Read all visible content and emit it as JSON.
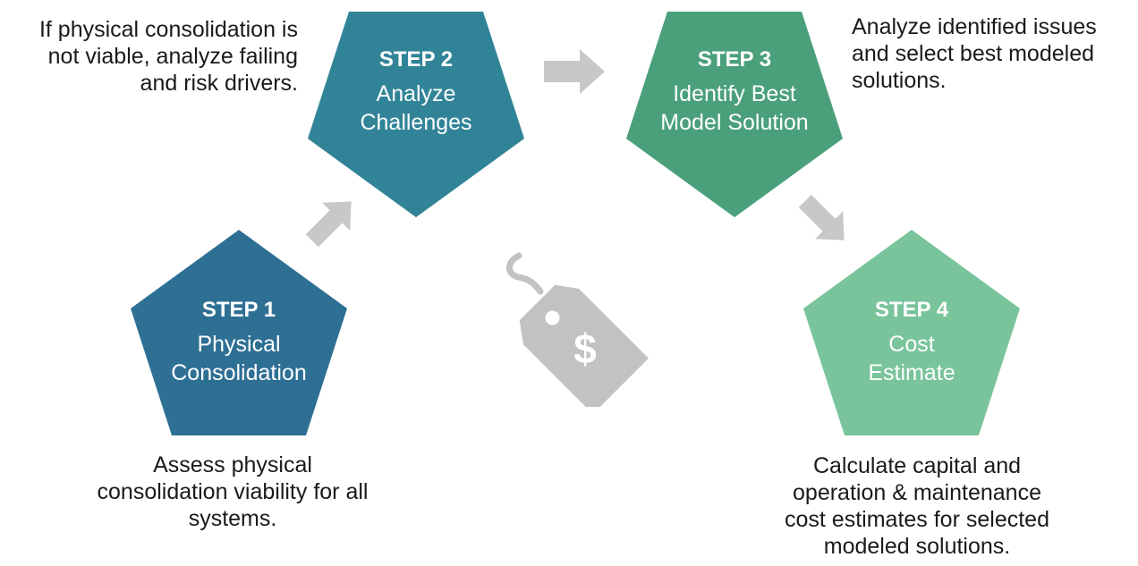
{
  "steps": [
    {
      "title": "STEP 1",
      "name": "Physical\nConsolidation",
      "color": "#2e6f94",
      "description": "Assess physical\nconsolidation viability for all\nsystems."
    },
    {
      "title": "STEP 2",
      "name": "Analyze\nChallenges",
      "color": "#318497",
      "description": "If physical consolidation is\nnot viable, analyze failing\nand risk drivers."
    },
    {
      "title": "STEP 3",
      "name": "Identify Best\nModel Solution",
      "color": "#4ba07c",
      "description": "Analyze identified issues\nand select best modeled\nsolutions."
    },
    {
      "title": "STEP 4",
      "name": "Cost\nEstimate",
      "color": "#79c49b",
      "description": "Calculate capital and\noperation & maintenance\ncost estimates for selected\nmodeled solutions."
    }
  ],
  "arrow_color": "#c8c8c8",
  "price_tag": {
    "symbol": "$",
    "color": "#c2c2c2"
  }
}
